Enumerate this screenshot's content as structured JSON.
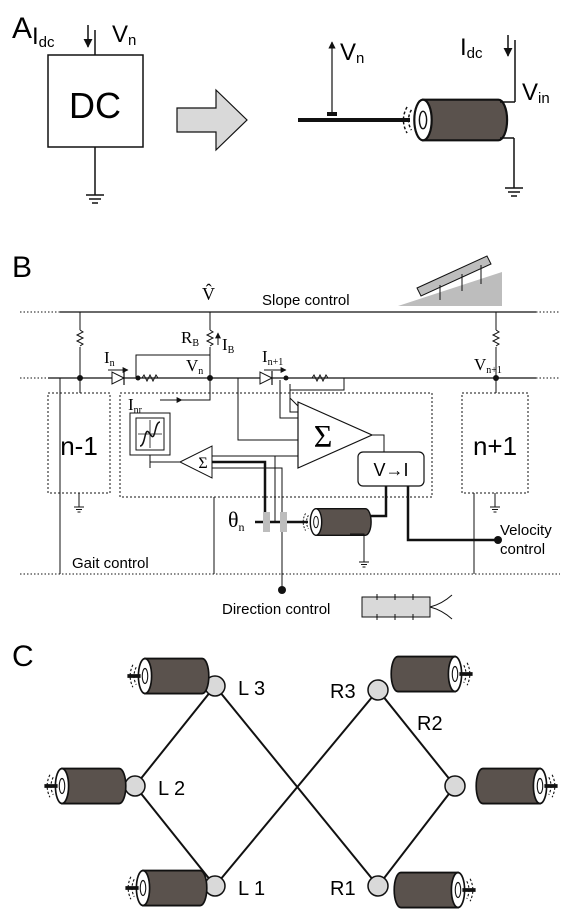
{
  "panel_a": {
    "letter": "A",
    "dc_label": "DC",
    "idc_main": "I",
    "idc_sub": "dc",
    "vn_main": "V",
    "vn_sub": "n",
    "motor_vn_main": "V",
    "motor_vn_sub": "n",
    "motor_idc_main": "I",
    "motor_idc_sub": "dc",
    "motor_vin_main": "V",
    "motor_vin_sub": "in"
  },
  "panel_b": {
    "letter": "B",
    "vhat": "V̂",
    "slope_control": "Slope control",
    "rb_main": "R",
    "rb_sub": "B",
    "ib_main": "I",
    "ib_sub": "B",
    "in_main": "I",
    "in_sub": "n",
    "vn_main": "V",
    "vn_sub": "n",
    "in1_main": "I",
    "in1_sub": "n+1",
    "vn1_main": "V",
    "vn1_sub": "n+1",
    "inr_main": "I",
    "inr_sub": "nr",
    "sigma_big": "Σ",
    "sigma_small": "Σ",
    "v_to_i": "V→I",
    "left_neighbor": "n-1",
    "right_neighbor": "n+1",
    "theta_main": "θ",
    "theta_sub": "n",
    "velocity_control_1": "Velocity",
    "velocity_control_2": "control",
    "gait_control": "Gait control",
    "direction_control": "Direction control"
  },
  "panel_c": {
    "letter": "C",
    "nodes": {
      "L3": "L 3",
      "L2": "L 2",
      "L1": "L 1",
      "R3": "R3",
      "R2": "R2",
      "R1": "R1"
    }
  },
  "colors": {
    "motor_body": "#5a524d",
    "node_fill": "#d9d9d9",
    "arrow_fill": "#d9d9d9",
    "slope_gray": "#bdbdbd",
    "line": "#111111"
  }
}
